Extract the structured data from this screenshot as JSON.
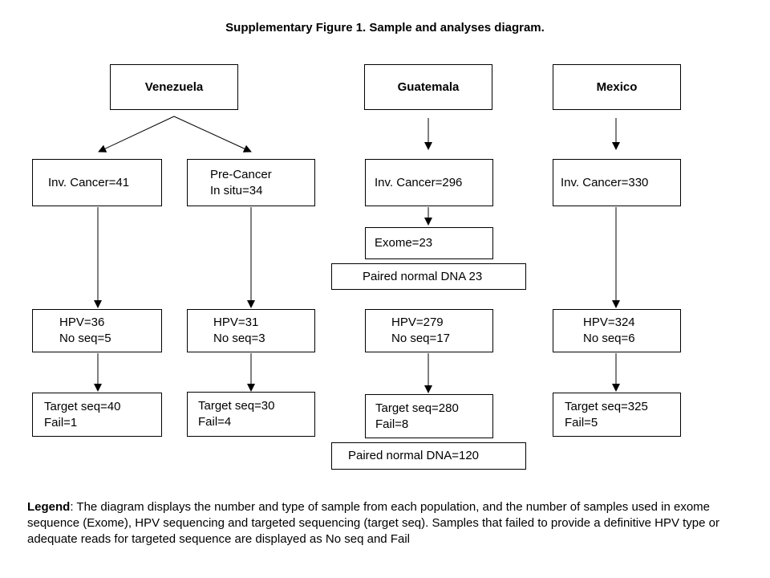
{
  "title": "Supplementary Figure 1. Sample and analyses diagram.",
  "countries": {
    "venezuela": "Venezuela",
    "guatemala": "Guatemala",
    "mexico": "Mexico"
  },
  "venezuela": {
    "inv_cancer": "Inv. Cancer=41",
    "pre_cancer": [
      "Pre-Cancer",
      "In situ=34"
    ],
    "hpv_inv": [
      "HPV=36",
      "No seq=5"
    ],
    "hpv_pre": [
      "HPV=31",
      "No seq=3"
    ],
    "target_inv": [
      "Target seq=40",
      "Fail=1"
    ],
    "target_pre": [
      "Target seq=30",
      "Fail=4"
    ]
  },
  "guatemala": {
    "inv_cancer": "Inv. Cancer=296",
    "exome": "Exome=23",
    "paired_normal_exome": "Paired normal DNA 23",
    "hpv": [
      "HPV=279",
      "No seq=17"
    ],
    "target": [
      "Target seq=280",
      "Fail=8"
    ],
    "paired_normal_target": "Paired normal DNA=120"
  },
  "mexico": {
    "inv_cancer": "Inv. Cancer=330",
    "hpv": [
      "HPV=324",
      "No seq=6"
    ],
    "target": [
      "Target seq=325",
      "Fail=5"
    ]
  },
  "legend": {
    "label": "Legend",
    "text": ": The diagram displays the number and type of sample from each population, and the number of samples used in exome sequence (Exome), HPV sequencing and targeted sequencing (target seq). Samples that failed to provide a definitive HPV type or adequate reads for targeted sequence are displayed as No seq and Fail"
  }
}
